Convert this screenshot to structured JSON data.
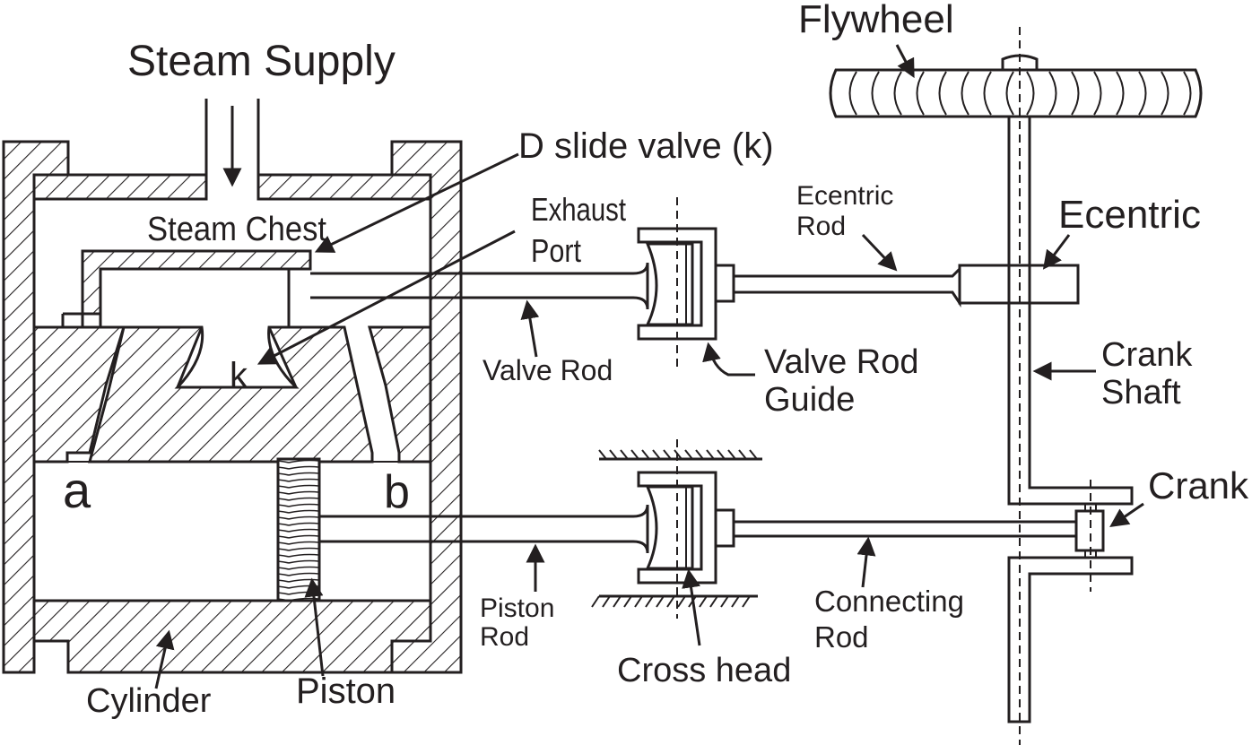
{
  "labels": {
    "flywheel": "Flywheel",
    "steam_supply": "Steam Supply",
    "d_slide_valve": "D slide valve (k)",
    "steam_chest": "Steam Chest",
    "exhaust_port_1": "Exhaust",
    "exhaust_port_2": "Port",
    "eccentric_rod_1": "Ecentric",
    "eccentric_rod_2": "Rod",
    "eccentric": "Ecentric",
    "valve_rod": "Valve Rod",
    "valve_rod_guide_1": "Valve Rod",
    "valve_rod_guide_2": "Guide",
    "crank_shaft_1": "Crank",
    "crank_shaft_2": "Shaft",
    "port_k": "k",
    "port_a": "a",
    "port_b": "b",
    "crank": "Crank",
    "piston_rod_1": "Piston",
    "piston_rod_2": "Rod",
    "connecting_rod_1": "Connecting",
    "connecting_rod_2": "Rod",
    "cross_head": "Cross head",
    "cylinder": "Cylinder",
    "piston": "Piston"
  },
  "colors": {
    "ink": "#231f20",
    "background": "#ffffff"
  }
}
